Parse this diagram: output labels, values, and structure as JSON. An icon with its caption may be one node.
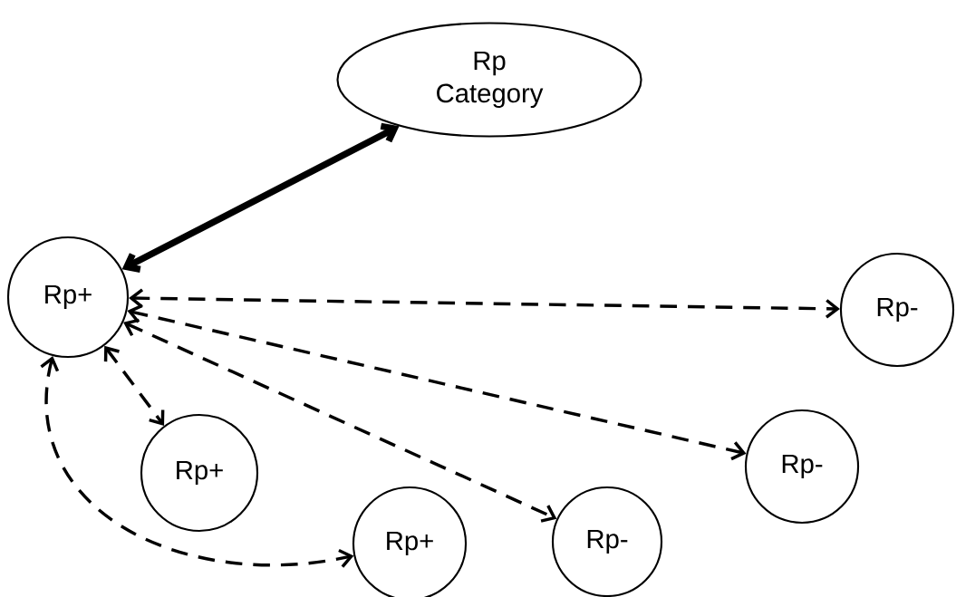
{
  "diagram": {
    "nodes": [
      {
        "text": [
          "Rp Category"
        ]
      },
      {
        "text": [
          "Rp+"
        ]
      },
      {
        "text": [
          "Rp-"
        ]
      },
      {
        "text": [
          "Rp+"
        ]
      },
      {
        "text": [
          "Rp+"
        ]
      },
      {
        "text": [
          "Rp-"
        ]
      },
      {
        "text": [
          "Rp-"
        ]
      }
    ],
    "edges": [
      {
        "from": 0,
        "to": 1,
        "arrow": "both",
        "style": "thick"
      },
      {
        "from": 1,
        "to": 2,
        "arrow": "both",
        "style": "dashed"
      },
      {
        "from": 1,
        "to": 6,
        "arrow": "both",
        "style": "dashed"
      },
      {
        "from": 1,
        "to": 5,
        "arrow": "both",
        "style": "dashed"
      },
      {
        "from": 1,
        "to": 3,
        "arrow": "both",
        "style": "dashed"
      },
      {
        "from": 1,
        "to": 4,
        "arrow": "both",
        "style": "dashed"
      }
    ]
  }
}
